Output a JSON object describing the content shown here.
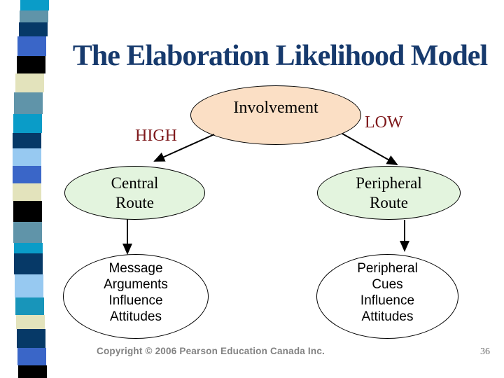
{
  "slide": {
    "title": "The Elaboration Likelihood Model",
    "footer": "Copyright © 2006 Pearson Education Canada Inc.",
    "page_number": "36"
  },
  "labels": {
    "high": "HIGH",
    "low": "LOW"
  },
  "nodes": {
    "involvement": {
      "label": "Involvement",
      "fill": "#FBDFC5"
    },
    "central": {
      "label": "Central\nRoute",
      "fill": "#E3F4DE"
    },
    "peripheral": {
      "label": "Peripheral\nRoute",
      "fill": "#E3F4DE"
    },
    "message": {
      "label": "Message\nArguments\nInfluence\nAttitudes",
      "fill": "#FFFFFF"
    },
    "cues": {
      "label": "Peripheral\nCues\nInfluence\nAttitudes",
      "fill": "#FFFFFF"
    }
  },
  "colors": {
    "title_text": "#173A6D",
    "branch_label_text": "#7E181B",
    "connector_line": "#000000",
    "footer_text": "#818181"
  },
  "decoration": {
    "blocks": [
      {
        "color": "#0A9CC8",
        "h": 15
      },
      {
        "color": "#6094A9",
        "h": 17
      },
      {
        "color": "#063967",
        "h": 20
      },
      {
        "color": "#3A66C8",
        "h": 28
      },
      {
        "color": "#000000",
        "h": 25
      },
      {
        "color": "#E3E3BC",
        "h": 27
      },
      {
        "color": "#6094A9",
        "h": 31
      },
      {
        "color": "#0A9CC8",
        "h": 27
      },
      {
        "color": "#063967",
        "h": 22
      },
      {
        "color": "#97C9F1",
        "h": 25
      },
      {
        "color": "#3A66C8",
        "h": 25
      },
      {
        "color": "#E3E3BC",
        "h": 25
      },
      {
        "color": "#000000",
        "h": 30
      },
      {
        "color": "#6094A9",
        "h": 30
      },
      {
        "color": "#0A9CC8",
        "h": 15
      },
      {
        "color": "#063967",
        "h": 30
      },
      {
        "color": "#97C9F1",
        "h": 33
      },
      {
        "color": "#1895BA",
        "h": 25
      },
      {
        "color": "#E3E3BC",
        "h": 20
      },
      {
        "color": "#063967",
        "h": 27
      },
      {
        "color": "#3A66C8",
        "h": 25
      },
      {
        "color": "#000000",
        "h": 18
      }
    ]
  }
}
